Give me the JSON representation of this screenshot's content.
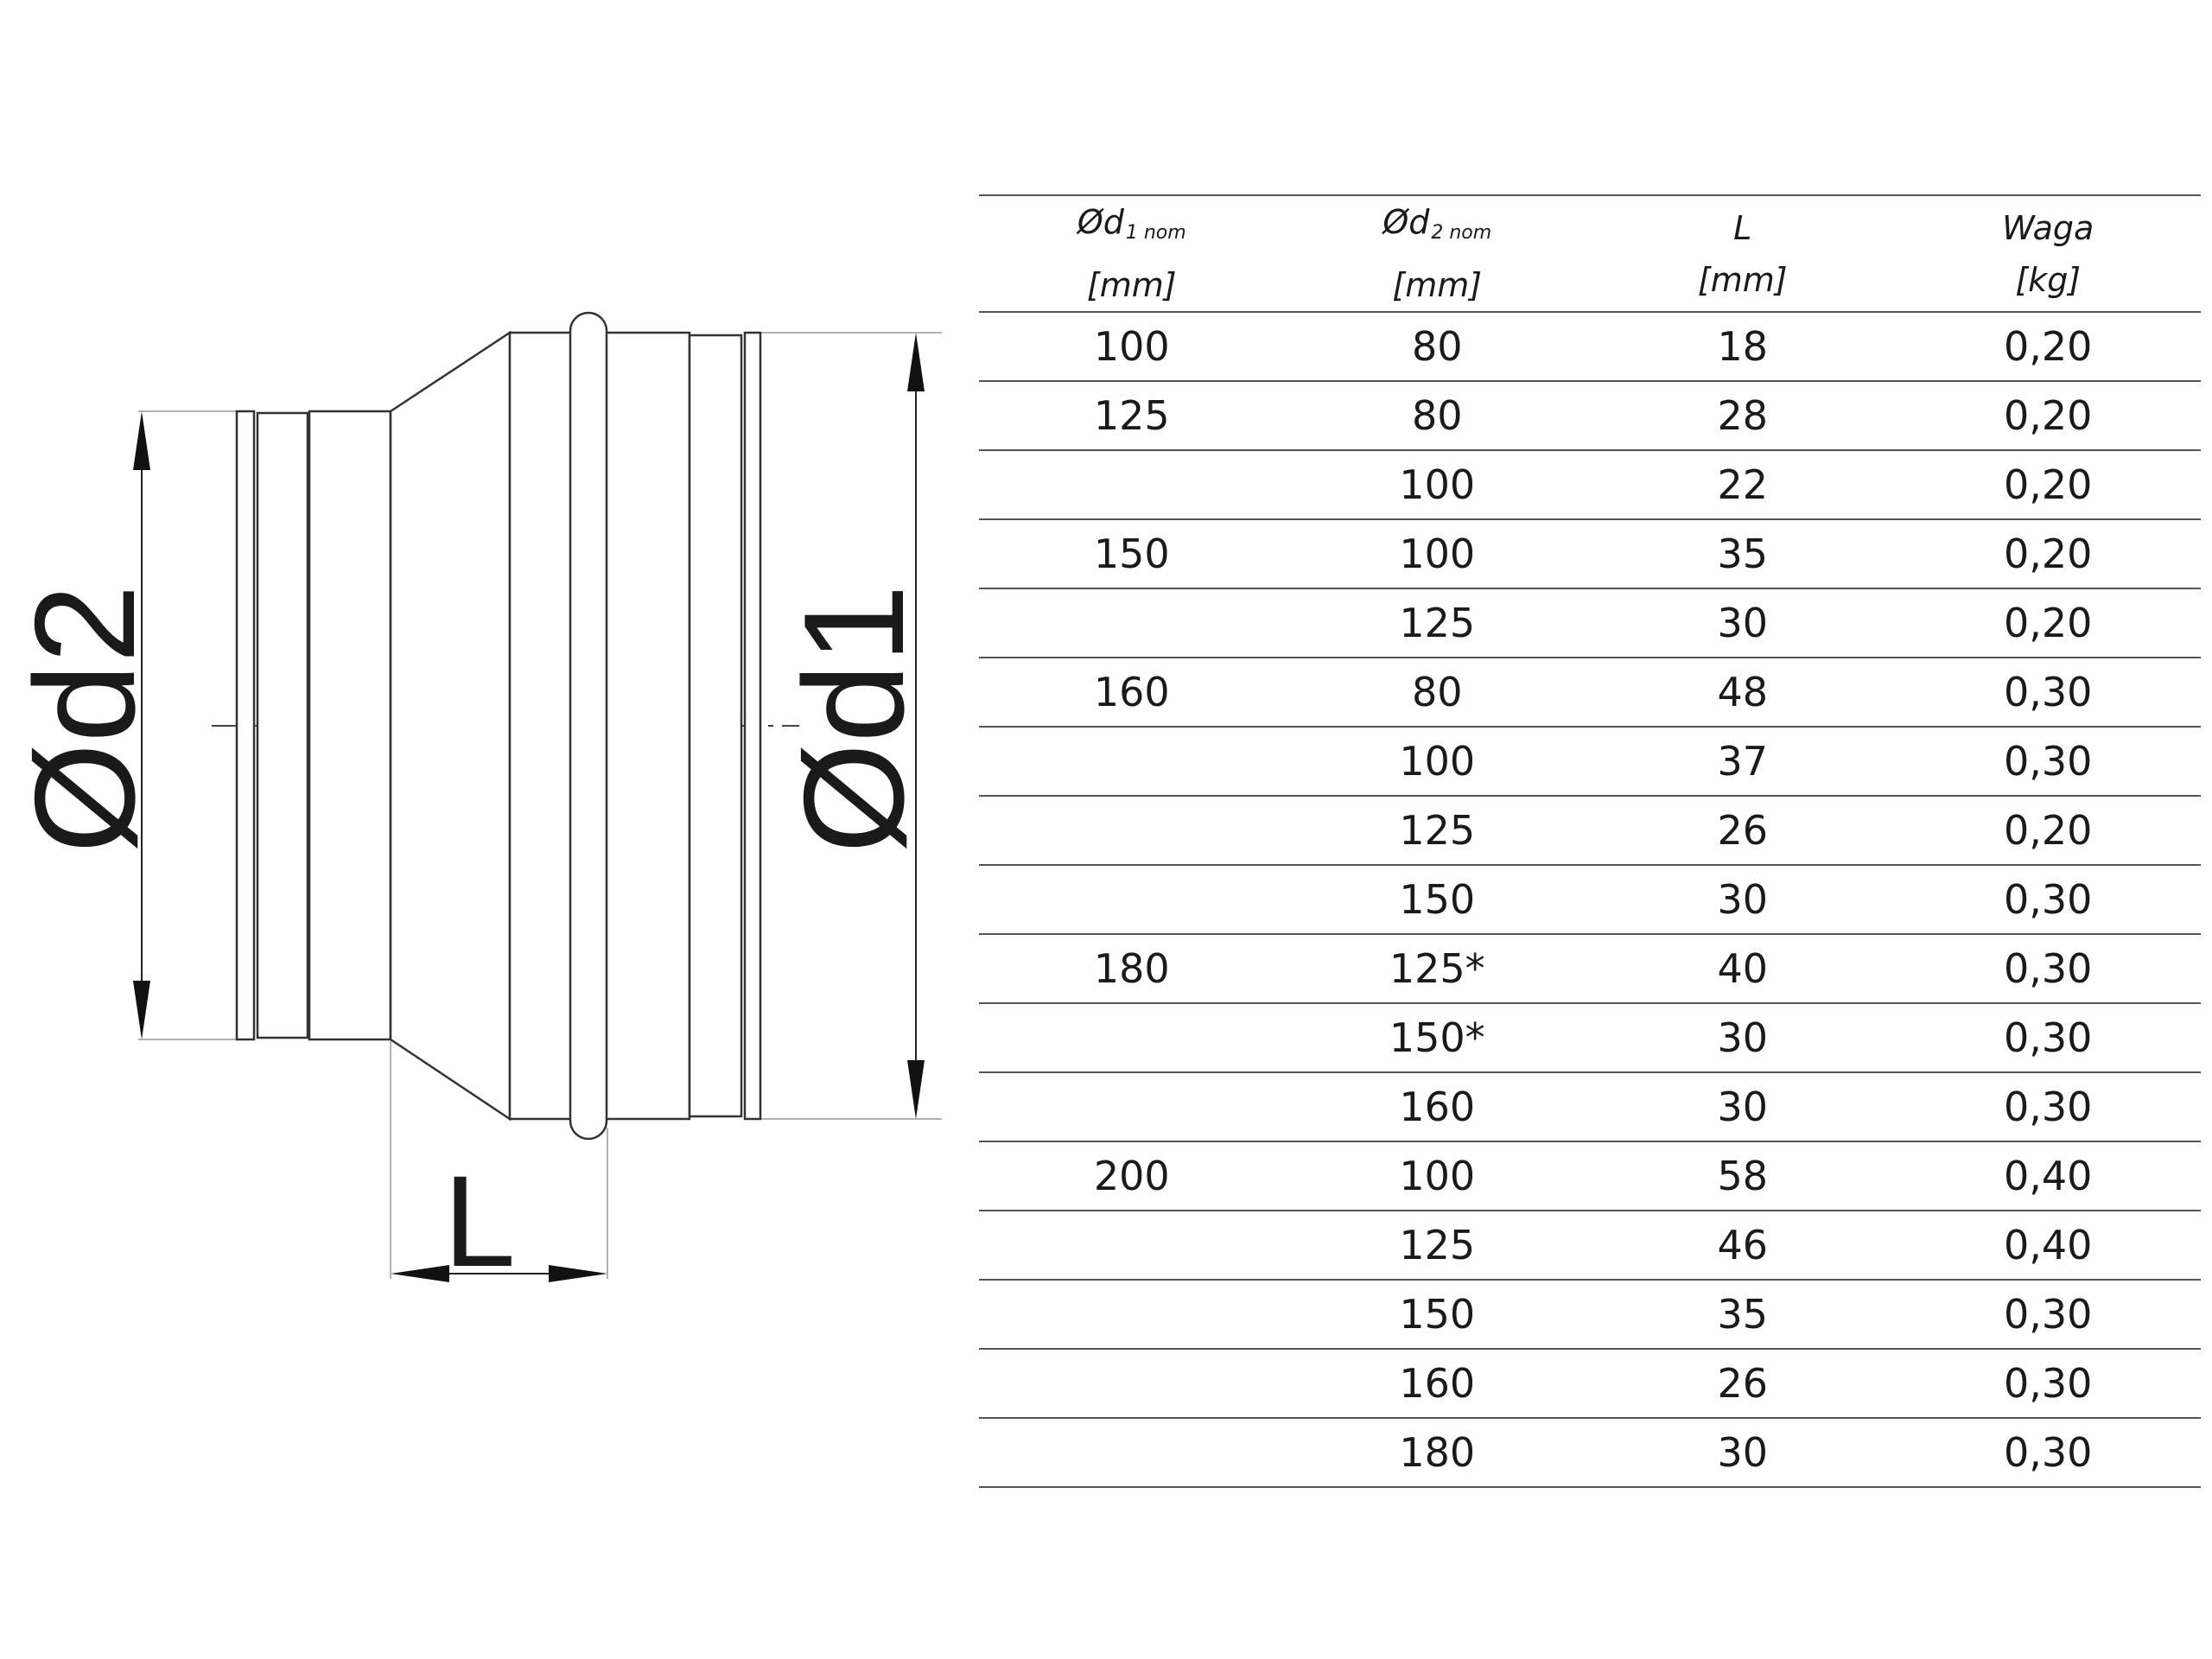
{
  "drawing": {
    "dim_d2": "Ød2",
    "dim_d1": "Ød1",
    "dim_L": "L"
  },
  "table": {
    "headers": [
      {
        "main": "Ød",
        "sub": "1 nom",
        "unit": "[mm]"
      },
      {
        "main": "Ød",
        "sub": "2 nom",
        "unit": "[mm]"
      },
      {
        "main": "L",
        "sub": "",
        "unit": "[mm]"
      },
      {
        "main": "Waga",
        "sub": "",
        "unit": "[kg]"
      }
    ],
    "rows": [
      [
        "100",
        "80",
        "18",
        "0,20"
      ],
      [
        "125",
        "80",
        "28",
        "0,20"
      ],
      [
        "",
        "100",
        "22",
        "0,20"
      ],
      [
        "150",
        "100",
        "35",
        "0,20"
      ],
      [
        "",
        "125",
        "30",
        "0,20"
      ],
      [
        "160",
        "80",
        "48",
        "0,30"
      ],
      [
        "",
        "100",
        "37",
        "0,30"
      ],
      [
        "",
        "125",
        "26",
        "0,20"
      ],
      [
        "",
        "150",
        "30",
        "0,30"
      ],
      [
        "180",
        "125*",
        "40",
        "0,30"
      ],
      [
        "",
        "150*",
        "30",
        "0,30"
      ],
      [
        "",
        "160",
        "30",
        "0,30"
      ],
      [
        "200",
        "100",
        "58",
        "0,40"
      ],
      [
        "",
        "125",
        "46",
        "0,40"
      ],
      [
        "",
        "150",
        "35",
        "0,30"
      ],
      [
        "",
        "160",
        "26",
        "0,30"
      ],
      [
        "",
        "180",
        "30",
        "0,30"
      ]
    ]
  }
}
